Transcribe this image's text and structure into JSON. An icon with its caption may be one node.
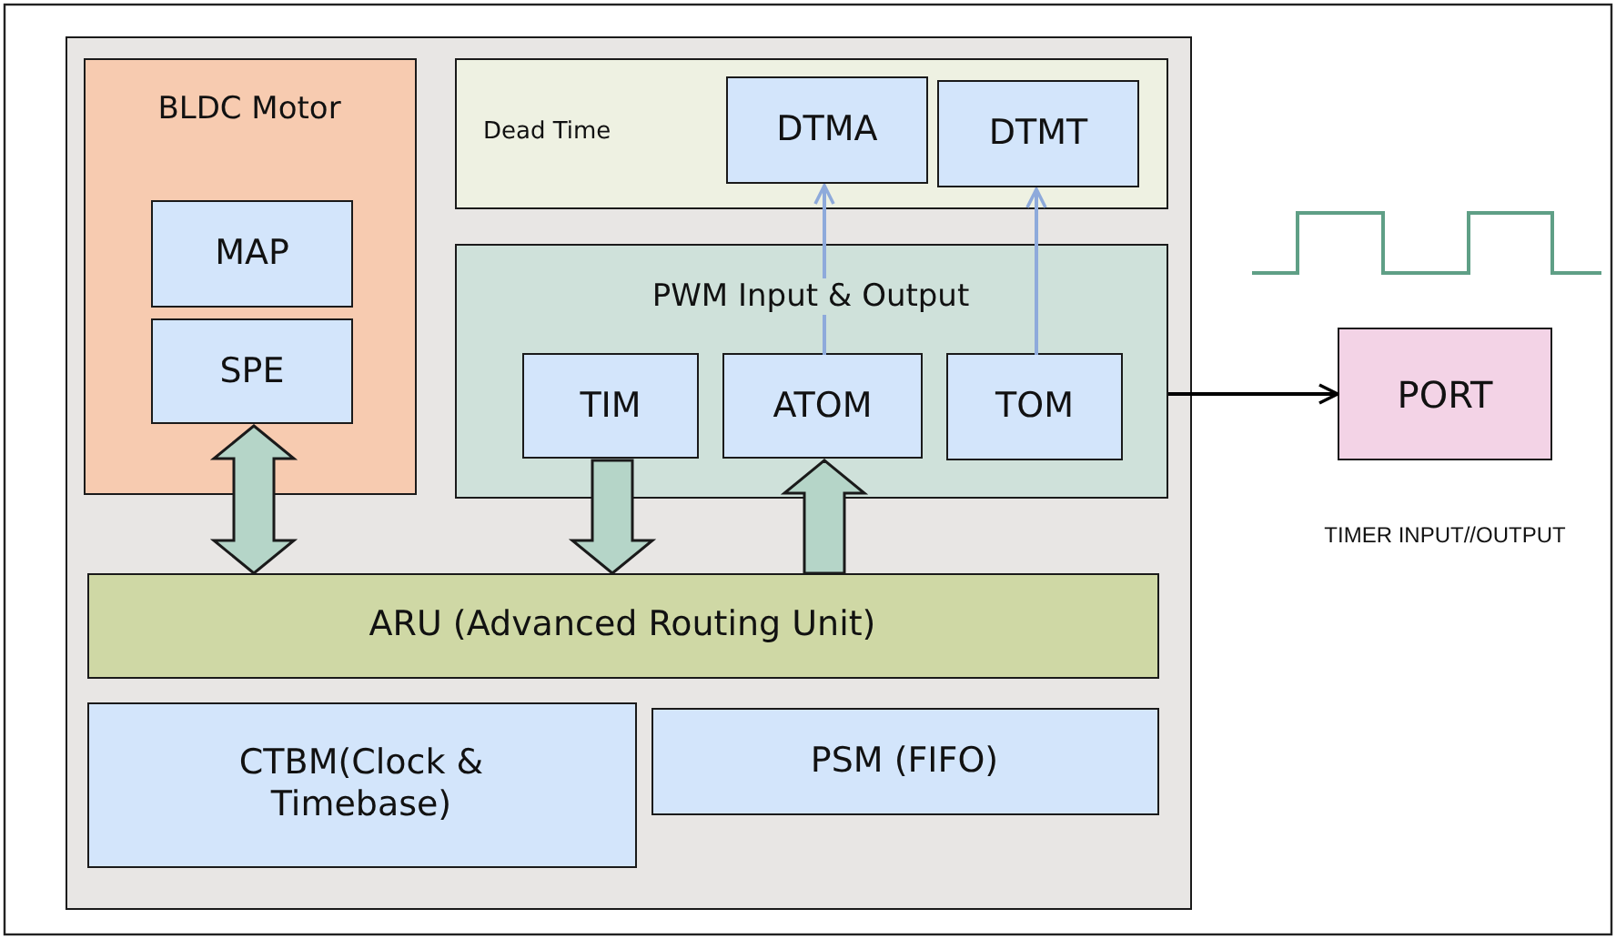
{
  "diagram": {
    "nodes": [
      {
        "text": [],
        "shape": "box"
      },
      {
        "text": [
          "BLDC Motor"
        ],
        "in": 0
      },
      {
        "text": [
          "MAP"
        ],
        "in": 1
      },
      {
        "text": [
          "SPE"
        ],
        "in": 1
      },
      {
        "text": [
          "Dead Time"
        ],
        "in": 0
      },
      {
        "text": [
          "DTMA"
        ],
        "in": 4
      },
      {
        "text": [
          "DTMT"
        ],
        "in": 4
      },
      {
        "text": [
          "PWM Input & Output"
        ],
        "in": 0
      },
      {
        "text": [
          "TIM"
        ],
        "in": 7
      },
      {
        "text": [
          "ATOM"
        ],
        "in": 7
      },
      {
        "text": [
          "TOM"
        ],
        "in": 7
      },
      {
        "text": [
          "ARU (Advanced Routing Unit)"
        ],
        "in": 0
      },
      {
        "text": [
          "CTBM(Clock & Timebase)"
        ],
        "in": 0
      },
      {
        "text": [
          "PSM (FIFO)"
        ],
        "in": 0
      },
      {
        "text": [
          "PORT"
        ],
        "beside": [
          "TIMER INPUT//OUTPUT"
        ]
      }
    ],
    "edges": [
      {
        "from": 3,
        "to": 11,
        "arrow": "both",
        "style": "thick"
      },
      {
        "from": 8,
        "to": 11,
        "arrow": "to",
        "style": "thick"
      },
      {
        "from": 11,
        "to": 9,
        "arrow": "to",
        "style": "thick"
      },
      {
        "from": 9,
        "to": 5,
        "arrow": "to",
        "color": "#8eaadb"
      },
      {
        "from": 10,
        "to": 6,
        "arrow": "to",
        "color": "#8eaadb"
      },
      {
        "from": 7,
        "to": 14,
        "arrow": "to",
        "color": "#000000"
      }
    ]
  }
}
